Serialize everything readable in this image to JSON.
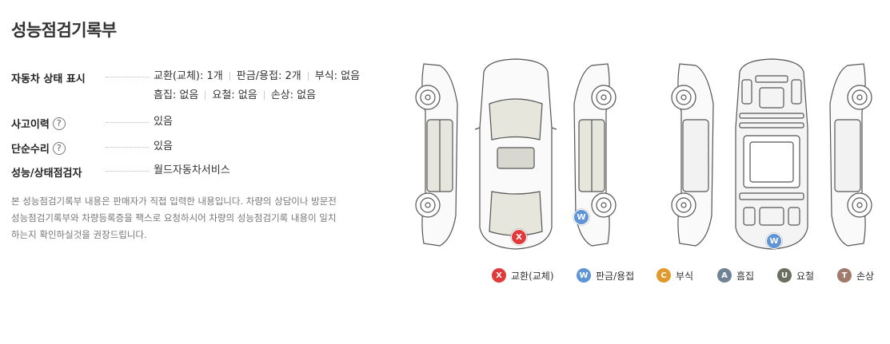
{
  "title": "성능점검기록부",
  "rows": {
    "status": {
      "label": "자동차 상태 표시",
      "line1": [
        "교환(교체): 1개",
        "판금/용접: 2개",
        "부식: 없음"
      ],
      "line2": [
        "흠집: 없음",
        "요철: 없음",
        "손상: 없음"
      ]
    },
    "accident": {
      "label": "사고이력",
      "help": "?",
      "value": "있음"
    },
    "simple_repair": {
      "label": "단순수리",
      "help": "?",
      "value": "있음"
    },
    "inspector": {
      "label": "성능/상태점검자",
      "value": "월드자동차서비스"
    }
  },
  "notice": "본 성능점검기록부 내용은 판매자가 직접 입력한 내용입니다. 차량의 상담이나 방문전 성능점검기록부와 차량등록증을 팩스로 요청하시어 차량의 성능점검기록 내용이 일치하는지 확인하실것을 권장드립니다.",
  "markers": [
    {
      "code": "X",
      "color": "#e23a3a"
    },
    {
      "code": "W",
      "color": "#5f95d6"
    },
    {
      "code": "W",
      "color": "#5f95d6"
    }
  ],
  "legend": [
    {
      "code": "X",
      "label": "교환(교체)",
      "color": "#e23a3a"
    },
    {
      "code": "W",
      "label": "판금/용접",
      "color": "#5f95d6"
    },
    {
      "code": "C",
      "label": "부식",
      "color": "#e39a2c"
    },
    {
      "code": "A",
      "label": "흠집",
      "color": "#6f8296"
    },
    {
      "code": "U",
      "label": "요철",
      "color": "#6a7060"
    },
    {
      "code": "T",
      "label": "손상",
      "color": "#a07a6a"
    }
  ]
}
